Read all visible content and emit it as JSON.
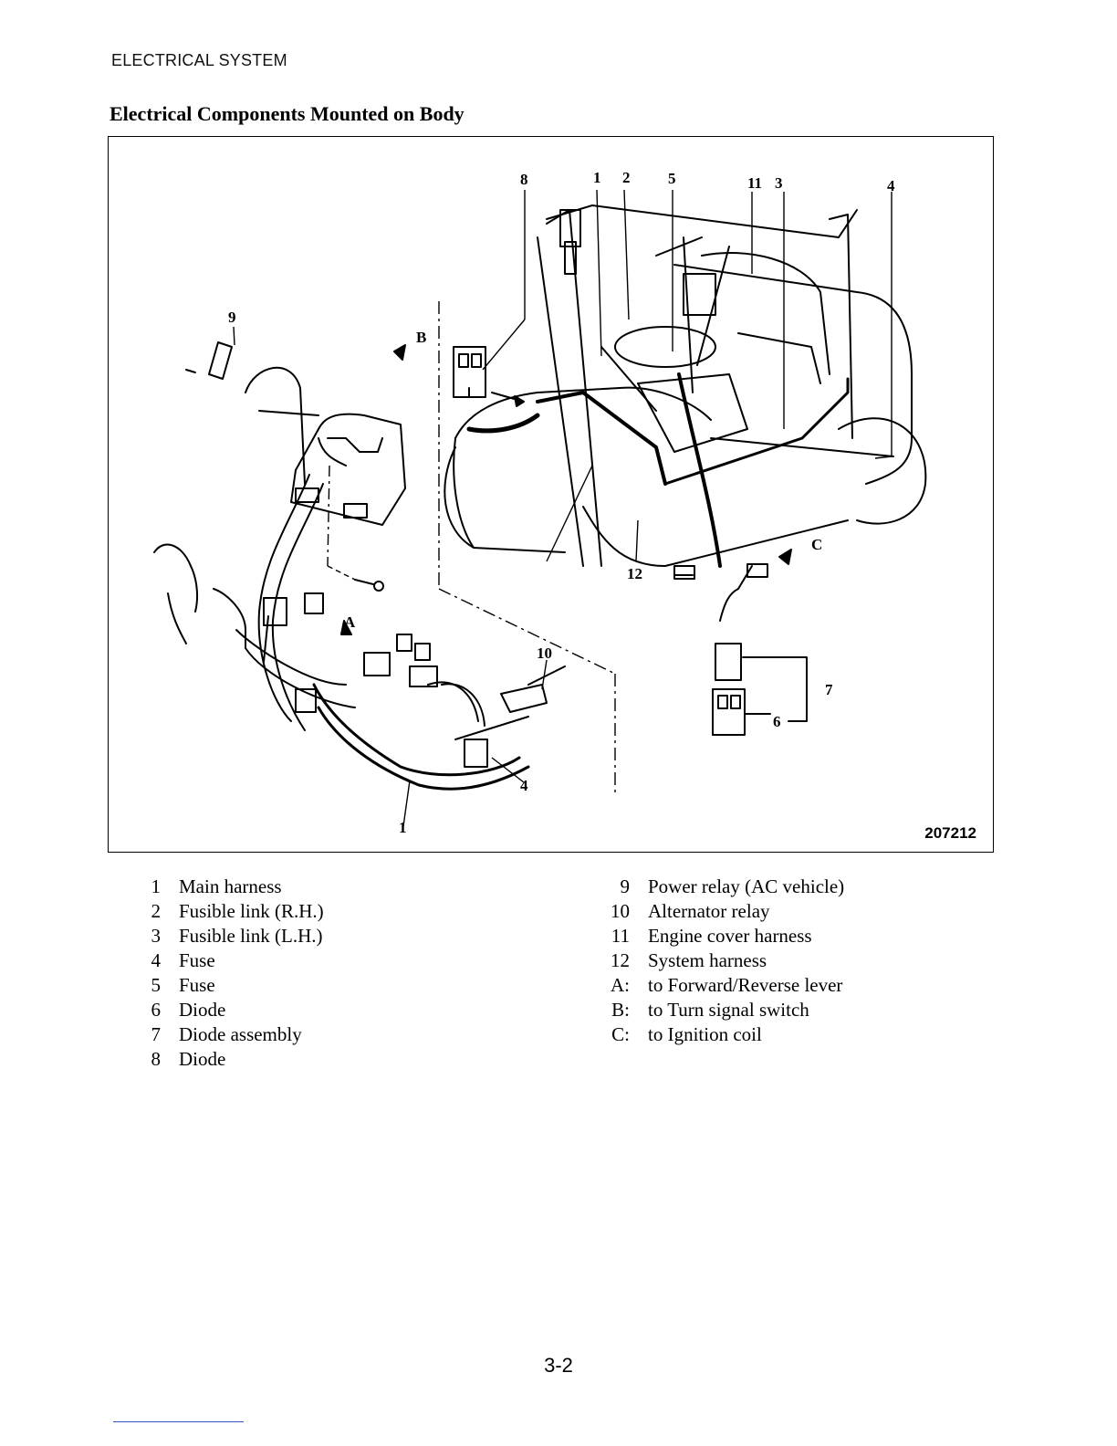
{
  "header": {
    "section": "ELECTRICAL SYSTEM"
  },
  "title": "Electrical Components Mounted on Body",
  "figure": {
    "id": "207212",
    "callouts": {
      "c8": "8",
      "c1top": "1",
      "c2": "2",
      "c5": "5",
      "c11": "11",
      "c3": "3",
      "c4top": "4",
      "c9": "9",
      "cB": "B",
      "cA": "A",
      "c10": "10",
      "c12": "12",
      "cC": "C",
      "c7": "7",
      "c6": "6",
      "c4bottom": "4",
      "c1bottom": "1"
    }
  },
  "legend_left": [
    {
      "num": "1",
      "label": "Main harness"
    },
    {
      "num": "2",
      "label": "Fusible link (R.H.)"
    },
    {
      "num": "3",
      "label": "Fusible link (L.H.)"
    },
    {
      "num": "4",
      "label": "Fuse"
    },
    {
      "num": "5",
      "label": "Fuse"
    },
    {
      "num": "6",
      "label": "Diode"
    },
    {
      "num": "7",
      "label": "Diode assembly"
    },
    {
      "num": "8",
      "label": "Diode"
    }
  ],
  "legend_right": [
    {
      "num": "9",
      "label": "Power relay (AC vehicle)"
    },
    {
      "num": "10",
      "label": "Alternator relay"
    },
    {
      "num": "11",
      "label": "Engine cover harness"
    },
    {
      "num": "12",
      "label": "System harness"
    },
    {
      "num": "A:",
      "label": "to Forward/Reverse lever"
    },
    {
      "num": "B:",
      "label": "to Turn signal switch"
    },
    {
      "num": "C:",
      "label": "to Ignition coil"
    }
  ],
  "footer": {
    "page_number": "3-2"
  }
}
